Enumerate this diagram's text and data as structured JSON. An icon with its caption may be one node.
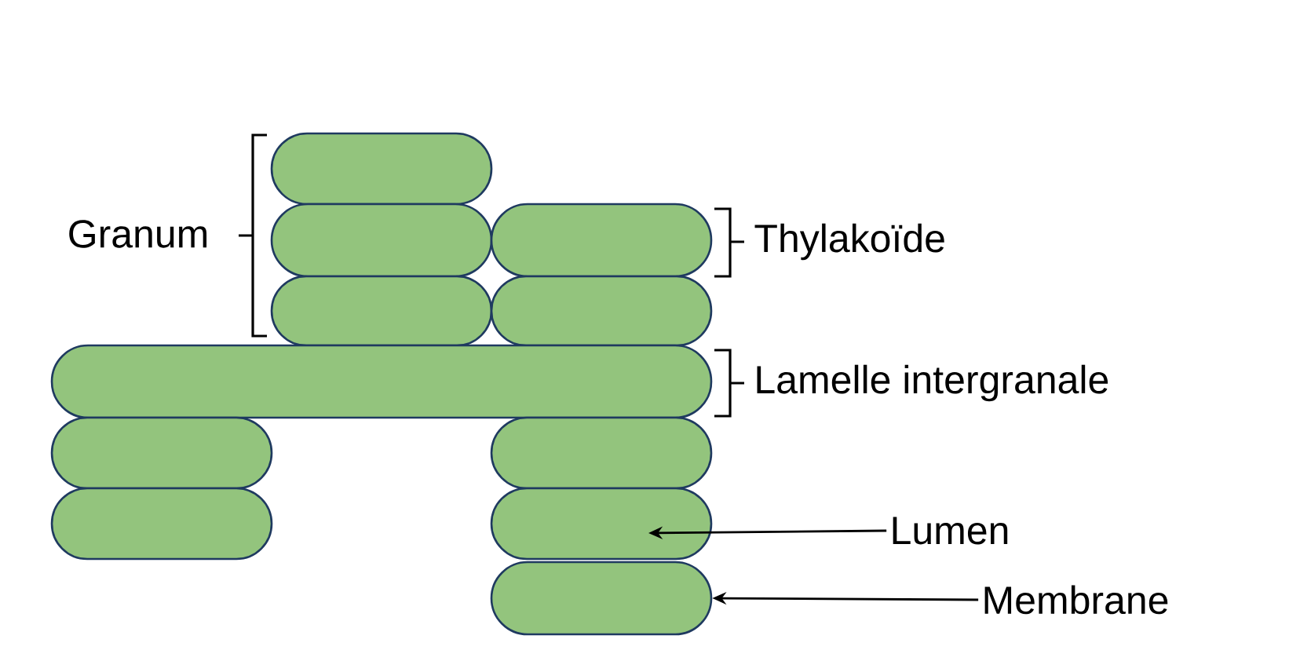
{
  "diagram": {
    "nodes": [
      {
        "text": [],
        "shape": "box"
      },
      {
        "text": [],
        "shape": "box"
      },
      {
        "text": [],
        "shape": "box"
      },
      {
        "text": [],
        "shape": "box"
      },
      {
        "text": [],
        "shape": "box"
      },
      {
        "text": [],
        "shape": "box"
      },
      {
        "text": [],
        "shape": "box"
      },
      {
        "text": [],
        "shape": "box"
      },
      {
        "text": [],
        "shape": "box"
      },
      {
        "text": [],
        "shape": "box"
      },
      {
        "text": [],
        "shape": "box"
      },
      {
        "text": [
          "Lumen"
        ]
      },
      {
        "text": [
          "Membrane"
        ]
      }
    ],
    "edges": [
      {
        "from": 11,
        "to": 9,
        "arrow": "to"
      },
      {
        "from": 12,
        "to": 10,
        "arrow": "to"
      }
    ],
    "labels": [
      "Granum",
      "Thylakoïde",
      "Lamelle intergranale"
    ]
  }
}
